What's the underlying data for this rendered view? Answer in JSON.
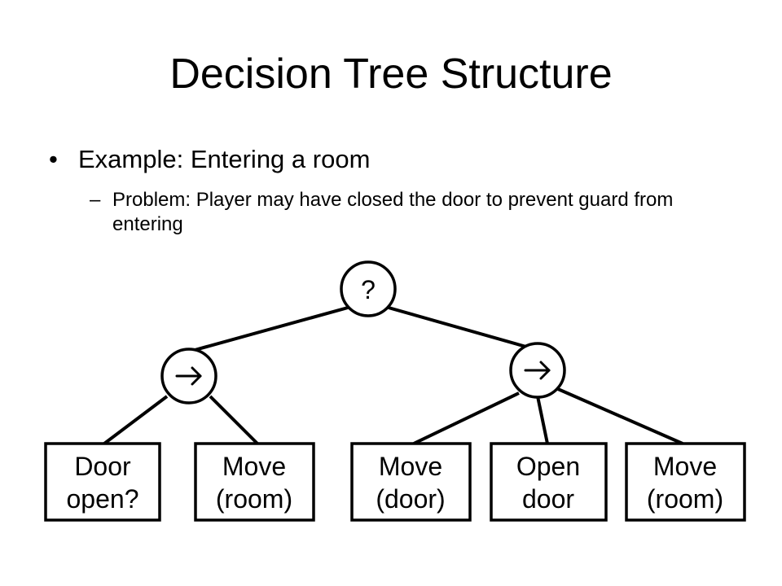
{
  "slide": {
    "title": "Decision Tree Structure",
    "bullet_marker": "•",
    "bullet": "Example: Entering a room",
    "sub_bullet_marker": "–",
    "sub_bullet": "Problem: Player may have closed the door to prevent guard from entering"
  },
  "tree": {
    "root": {
      "label": "?"
    },
    "sequences": [
      {
        "symbol": "arrow-right-icon"
      },
      {
        "symbol": "arrow-right-icon"
      }
    ],
    "leaves": [
      {
        "line1": "Door",
        "line2": "open?"
      },
      {
        "line1": "Move",
        "line2": "(room)"
      },
      {
        "line1": "Move",
        "line2": "(door)"
      },
      {
        "line1": "Open",
        "line2": "door"
      },
      {
        "line1": "Move",
        "line2": "(room)"
      }
    ]
  }
}
